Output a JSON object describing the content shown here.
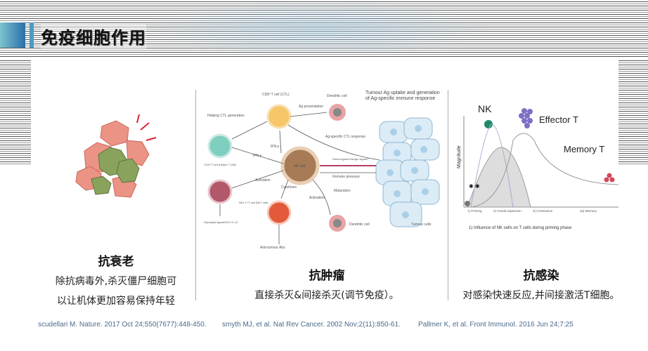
{
  "header": {
    "title": "免疫细胞作用"
  },
  "panels": [
    {
      "heading": "抗衰老",
      "lines": [
        "除抗病毒外,杀灭僵尸细胞可",
        "以让机体更加容易保持年轻"
      ]
    },
    {
      "heading": "抗肿瘤",
      "lines": [
        "直接杀灭&间接杀灭(调节免疫）。"
      ]
    },
    {
      "heading": "抗感染",
      "lines": [
        "对感染快速反应,并间接激活T细胞。"
      ]
    }
  ],
  "diagram": {
    "cd8": "CD8⁺T cell (CTL)",
    "dc_top": "Dendritic cell",
    "ag_pres": "Ag presentation",
    "tumour_ag": "Tumour Ag uptake and generation of Ag-specific immune response",
    "helping": "Helping CTL generation",
    "ifn1": "IFN-γ",
    "ifn2": "IFN-γ",
    "ag_ctl": "Ag-specific CTL response",
    "cd4": "CD4⁺T cell (Helper T cell)",
    "nk": "NK cell",
    "stress": "Stress ligand Danger signal?",
    "immune_pressure": "Immune pressure",
    "activation1": "Activation",
    "nkt": "NK1.1⁺T cell (NKT cell)",
    "cytokines": "Cytokines",
    "activation2": "Activation",
    "maturation": "Maturation",
    "glycolipid": "Glycolipid ligand/CD1 IL-12",
    "dc_bottom": "Dendritic cell",
    "tumour_cells": "Tumour cells",
    "abs": "Anti-tumour Abs"
  },
  "chart": {
    "nk": "NK",
    "effector": "Effector T",
    "memory": "Memory T",
    "ylabel": "Magnitude",
    "phases": [
      "1) Priming",
      "2) Clonal expansion",
      "3) Contraction",
      "4a) Memory"
    ],
    "caption": "1) Influence of NK cells on T cells during priming phase"
  },
  "references": [
    "scudellari M. Nature. 2017 Oct 24;550(7677):448-450.",
    "smyth MJ, et al. Nat Rev Cancer. 2002 Nov;2(11):850-61.",
    "Pallmer K, et al. Front Immunol. 2016 Jun 24;7:25"
  ]
}
